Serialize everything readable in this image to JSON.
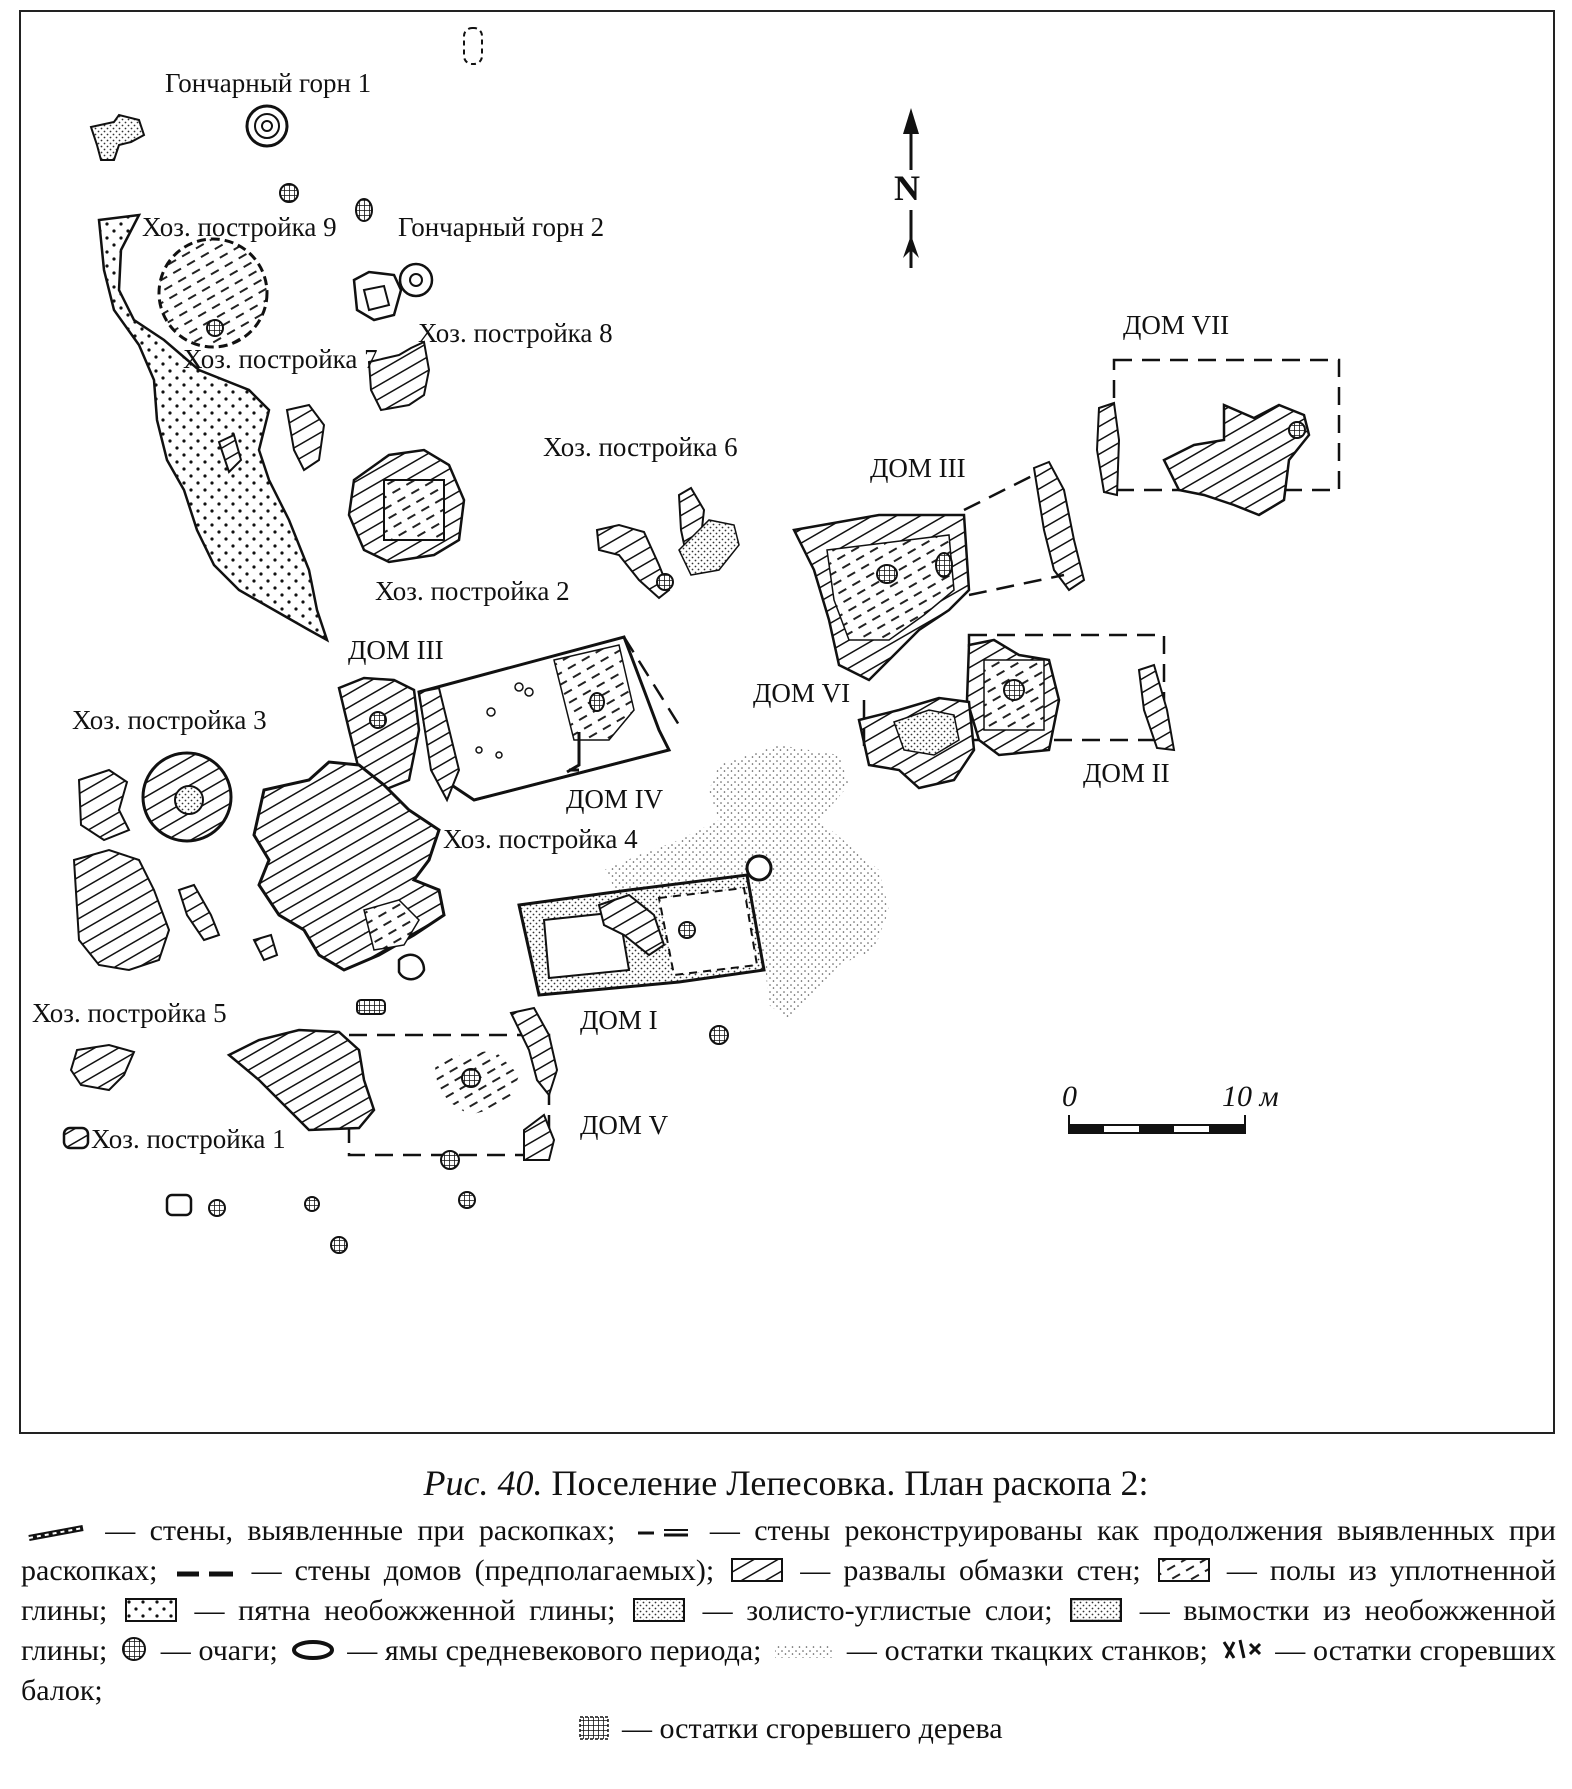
{
  "map": {
    "north_label": "N",
    "scale": {
      "start": "0",
      "end": "10 м"
    },
    "labels": {
      "kiln1": "Гончарный горн 1",
      "kiln2": "Гончарный горн 2",
      "b9": "Хоз. постройка 9",
      "b8": "Хоз. постройка 8",
      "b7": "Хоз. постройка 7",
      "b6": "Хоз. постройка 6",
      "b2": "Хоз. постройка 2",
      "b3": "Хоз. постройка 3",
      "b4": "Хоз. постройка 4",
      "b5": "Хоз. постройка 5",
      "b1": "Хоз. постройка 1",
      "house3_top": "ДОМ III",
      "house3_left": "ДОМ III",
      "house7": "ДОМ VII",
      "house6": "ДОМ VI",
      "house2": "ДОМ II",
      "house4": "ДОМ IV",
      "house1": "ДОМ I",
      "house5": "ДОМ V"
    }
  },
  "caption": {
    "prefix": "Рис. 40.",
    "text": "Поселение Лепесовка. План раскопа 2:"
  },
  "legend": {
    "items": [
      {
        "symbol": "wall-icon",
        "text": "— стены, выявленные при раскопках;"
      },
      {
        "symbol": "reconstructed-wall-icon",
        "text": "— стены реконструированы как продолжения выявленных при раскопках;"
      },
      {
        "symbol": "dashed-wall-icon",
        "text": "— стены домов (предполагаемых);"
      },
      {
        "symbol": "hatch-icon",
        "text": "— развалы обмазки стен;"
      },
      {
        "symbol": "floor-icon",
        "text": "— полы из уплотненной глины;"
      },
      {
        "symbol": "dots-icon",
        "text": "— пятна необожженной глины;"
      },
      {
        "symbol": "ash-icon",
        "text": "— золисто-угли­стые слои;"
      },
      {
        "symbol": "paving-icon",
        "text": "— вымостки из необожженной глины;"
      },
      {
        "symbol": "hearth-icon",
        "text": "— очаги;"
      },
      {
        "symbol": "pit-icon",
        "text": "— ямы средневеково­го периода;"
      },
      {
        "symbol": "loom-icon",
        "text": "— остатки ткацких станков;"
      },
      {
        "symbol": "beam-icon",
        "text": "— остатки сгоревших балок;"
      },
      {
        "symbol": "wood-icon",
        "text": "— остатки сгоревшего дерева"
      }
    ]
  }
}
